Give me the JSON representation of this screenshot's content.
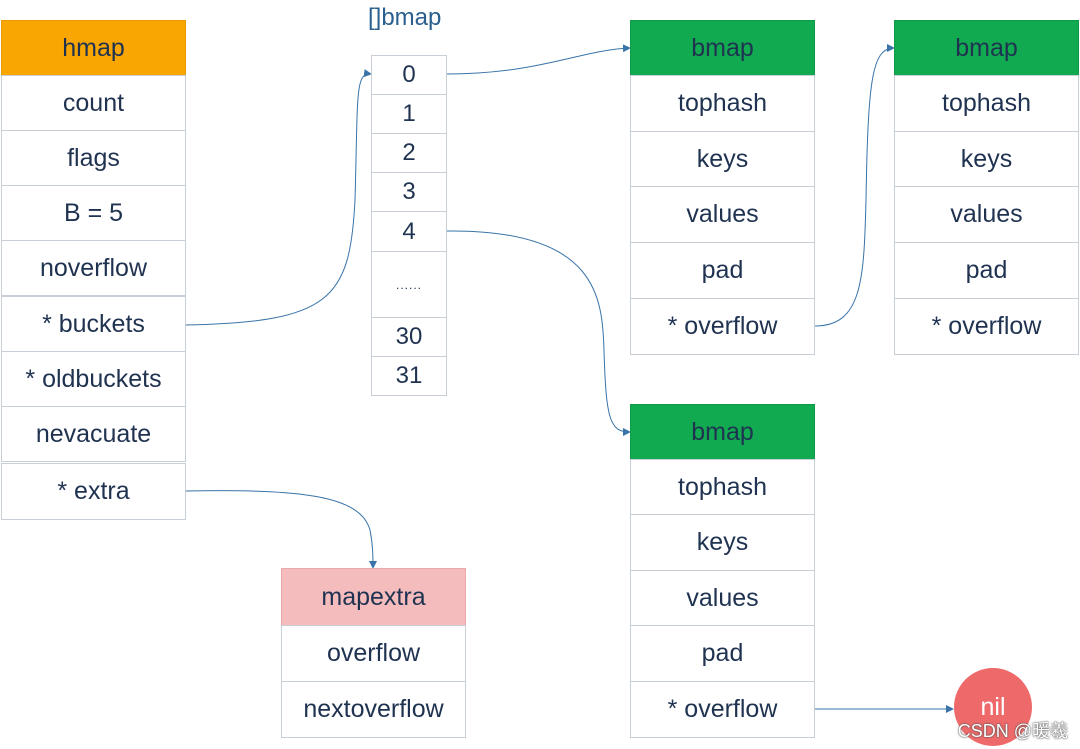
{
  "hmap": {
    "header": "hmap",
    "fields": [
      "count",
      "flags",
      "B = 5",
      "noverflow",
      "* buckets",
      "* oldbuckets",
      "nevacuate",
      "* extra"
    ]
  },
  "bucket_array": {
    "title": "[]bmap",
    "slots": [
      "0",
      "1",
      "2",
      "3",
      "4",
      "......",
      "30",
      "31"
    ]
  },
  "bmap_1": {
    "header": "bmap",
    "fields": [
      "tophash",
      "keys",
      "values",
      "pad",
      "* overflow"
    ]
  },
  "bmap_2": {
    "header": "bmap",
    "fields": [
      "tophash",
      "keys",
      "values",
      "pad",
      "* overflow"
    ]
  },
  "bmap_3": {
    "header": "bmap",
    "fields": [
      "tophash",
      "keys",
      "values",
      "pad",
      "* overflow"
    ]
  },
  "mapextra": {
    "header": "mapextra",
    "fields": [
      "overflow",
      "nextoverflow"
    ]
  },
  "nil_node": "nil",
  "watermark": "CSDN @暖羲",
  "colors": {
    "hmap_header": "#f9a602",
    "bmap_header": "#12aa50",
    "mapextra_header": "#f4bcbc",
    "nil": "#ee6a6a",
    "connector": "#3a73a8",
    "text": "#1f3250"
  }
}
